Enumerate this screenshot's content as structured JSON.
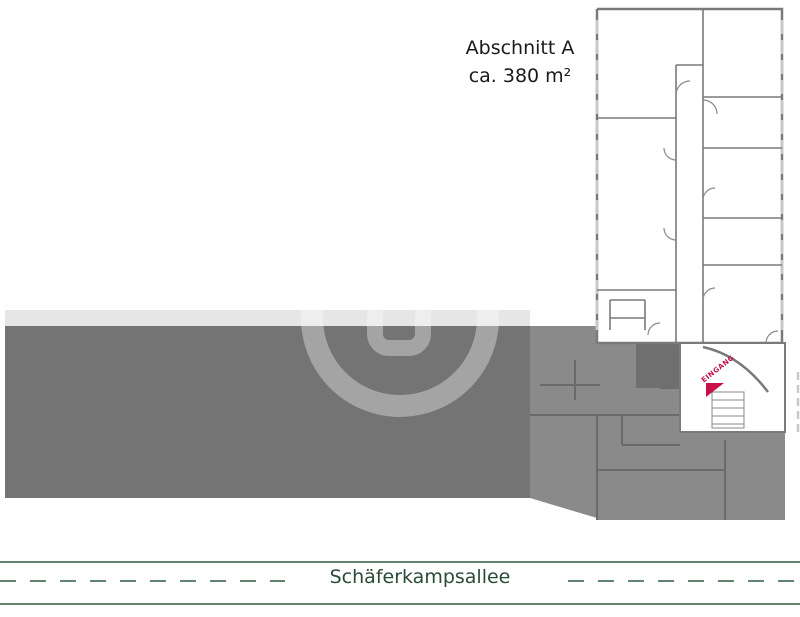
{
  "section_label": {
    "name": "Abschnitt A",
    "area": "ca. 380 m²"
  },
  "entrance_label": "EINGANG",
  "street_name": "Schäferkampsallee",
  "colors": {
    "occupied_area": "#7a7a7a",
    "occupied_light": "#999999",
    "walls": "#777777",
    "street_line": "#2f5a40",
    "entrance_marker": "#c8104a",
    "background": "#ffffff"
  }
}
